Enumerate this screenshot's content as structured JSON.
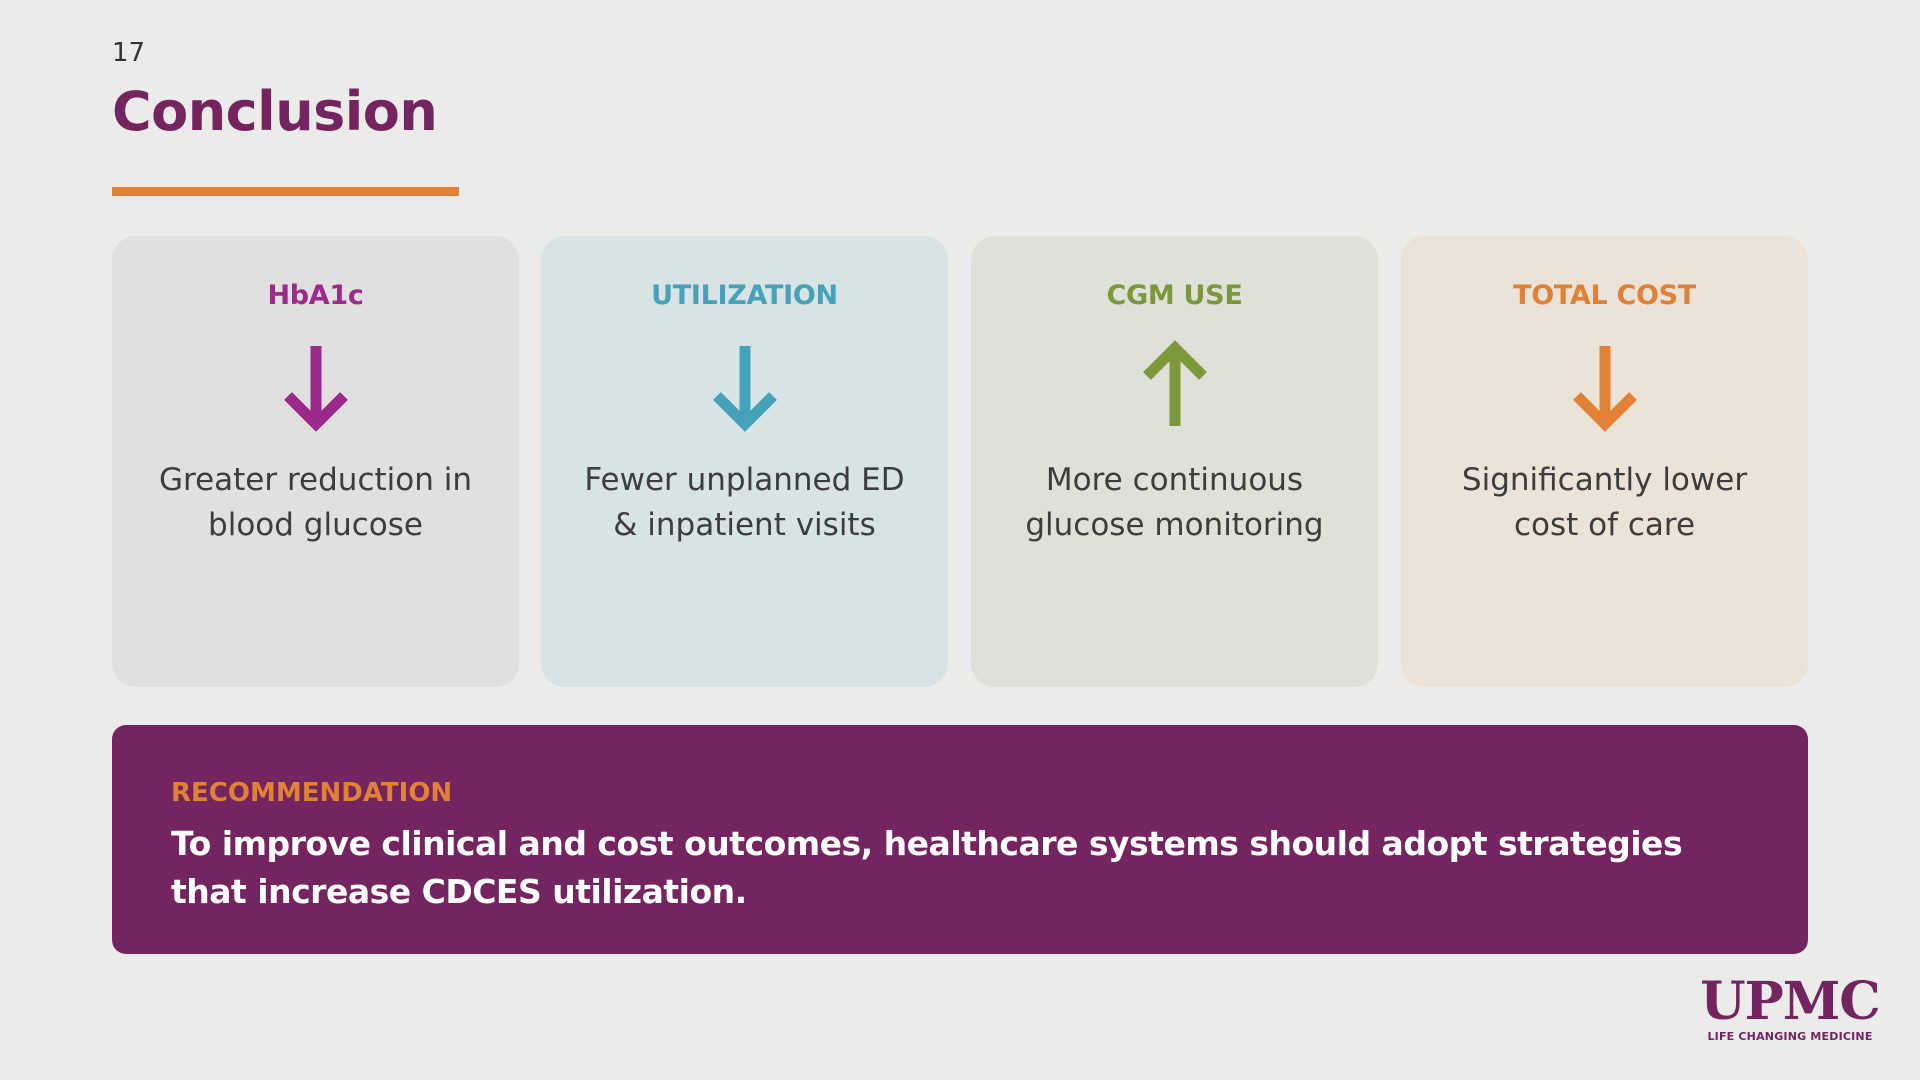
{
  "slide": {
    "number": "17",
    "title": "Conclusion"
  },
  "colors": {
    "brand_purple": "#74245e",
    "accent_orange": "#e08135"
  },
  "cards": [
    {
      "title": "HbA1c",
      "direction": "down",
      "icon": "arrow-down-icon",
      "text_line1": "Greater reduction in",
      "text_line2": "blood glucose",
      "accent_color": "#9b2a8a",
      "background": "#e1dfdf"
    },
    {
      "title": "UTILIZATION",
      "direction": "down",
      "icon": "arrow-down-icon",
      "text_line1": "Fewer unplanned ED",
      "text_line2": "& inpatient visits",
      "accent_color": "#45a2b9",
      "background": "#d7e3e5"
    },
    {
      "title": "CGM USE",
      "direction": "up",
      "icon": "arrow-up-icon",
      "text_line1": "More continuous",
      "text_line2": "glucose monitoring",
      "accent_color": "#7c983a",
      "background": "#dfe1d9"
    },
    {
      "title": "TOTAL COST",
      "direction": "down",
      "icon": "arrow-down-icon",
      "text_line1": "Significantly lower",
      "text_line2": "cost of care",
      "accent_color": "#e08135",
      "background": "#ebe2d8"
    }
  ],
  "recommendation": {
    "label": "RECOMMENDATION",
    "text": "To improve clinical and cost outcomes, healthcare systems should adopt strategies that increase CDCES utilization."
  },
  "logo": {
    "wordmark": "UPMC",
    "tagline": "LIFE CHANGING MEDICINE"
  }
}
